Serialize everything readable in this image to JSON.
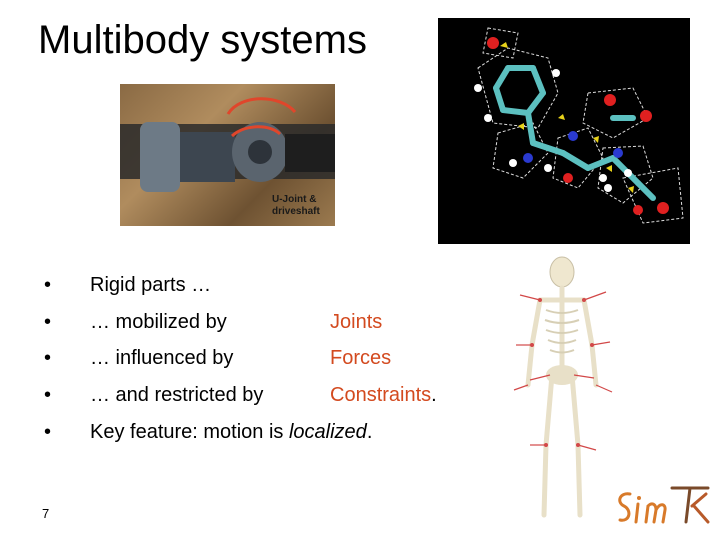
{
  "slide": {
    "title": "Multibody systems",
    "page_number": "7"
  },
  "photo": {
    "caption_line1": "U-Joint &",
    "caption_line2": "driveshaft"
  },
  "bullets": [
    {
      "marker": "•",
      "text": "Rigid parts …",
      "keyword": ""
    },
    {
      "marker": "•",
      "text": "… mobilized by",
      "keyword": "Joints"
    },
    {
      "marker": "•",
      "text": "… influenced by",
      "keyword": "Forces"
    },
    {
      "marker": "•",
      "text": "… and restricted by",
      "keyword": "Constraints",
      "keyword_suffix": "."
    },
    {
      "marker": "•",
      "text_before": "Key feature: motion is ",
      "text_italic": "localized",
      "text_after": "."
    }
  ],
  "colors": {
    "keyword": "#c0392b",
    "molecule_background": "#000000",
    "logo_orange": "#d87a2a",
    "logo_brown": "#7a4a2a"
  },
  "icons": {
    "logo": "simtk-logo",
    "skeleton": "skeleton-figure",
    "molecule": "molecule-image",
    "photo": "ujoint-photo"
  }
}
